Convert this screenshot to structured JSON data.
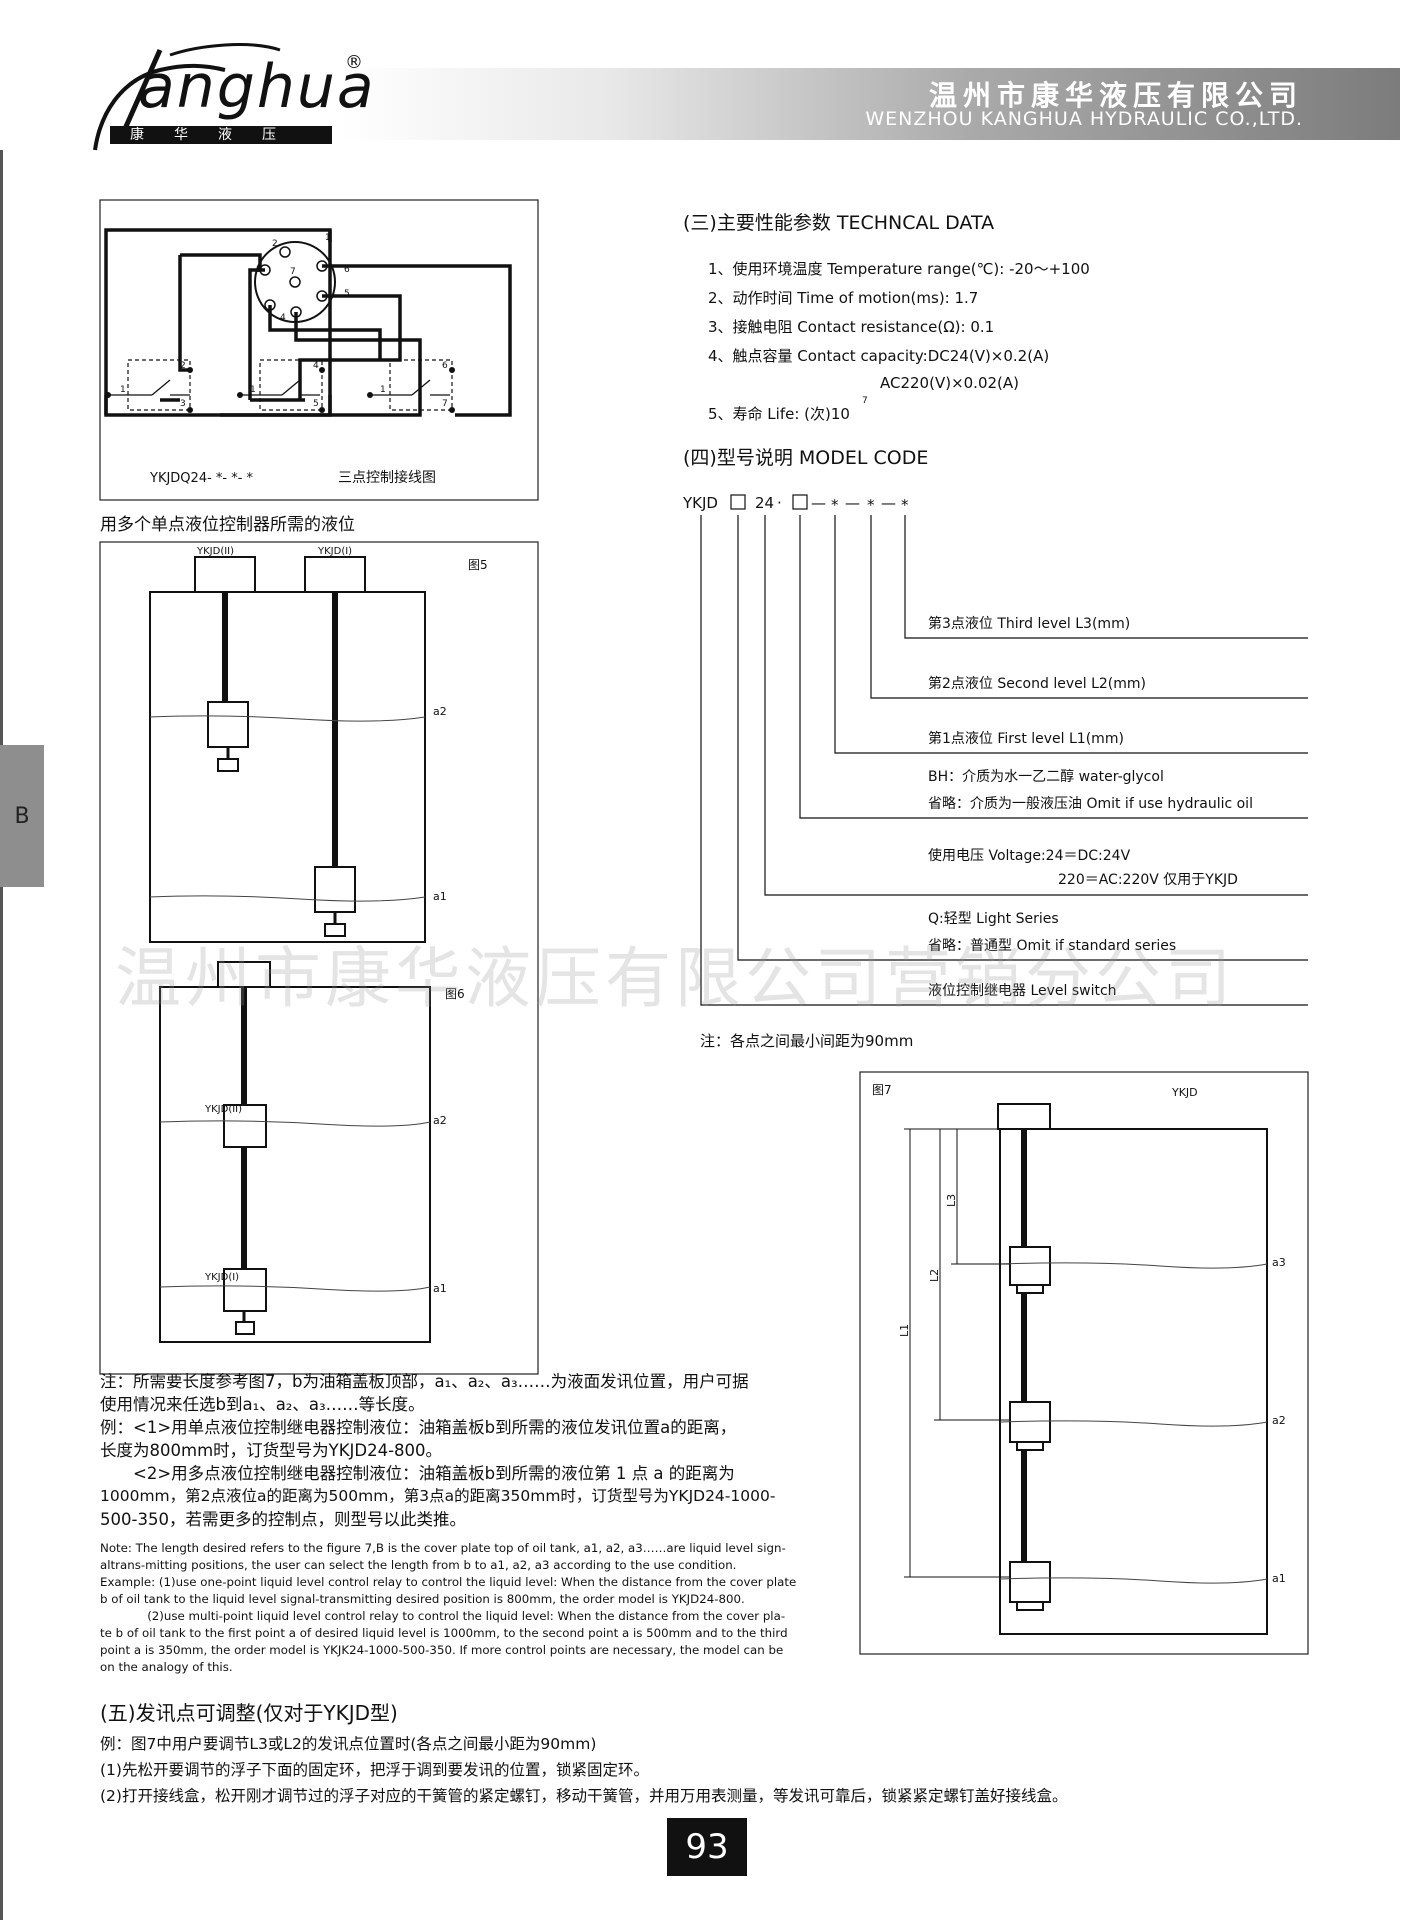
{
  "header": {
    "brand": "anghua",
    "brand_reg": "®",
    "brand_sub": "康华液压",
    "company_cn": "温州市康华液压有限公司",
    "company_en": "WENZHOU KANGHUA HYDRAULIC CO.,LTD."
  },
  "side_tab": "B",
  "watermark": "温州市康华液压有限公司营销分公司",
  "wiring": {
    "pins": [
      "1",
      "2",
      "3",
      "4",
      "5",
      "6",
      "7"
    ],
    "switch_labels": [
      "1",
      "2",
      "3",
      "1",
      "4",
      "5",
      "1",
      "6",
      "7"
    ],
    "model": "YKJDQ24- *- *- *",
    "caption": "三点控制接线图"
  },
  "fig5": {
    "heading": "用多个单点液位控制器所需的液位",
    "label": "图5",
    "units": [
      "YKJD(II)",
      "YKJD(I)"
    ],
    "levels": [
      "a2",
      "a1"
    ]
  },
  "fig6": {
    "label": "图6",
    "units": [
      "YKJD(II)",
      "YKJD(I)"
    ],
    "levels": [
      "a2",
      "a1"
    ]
  },
  "tech": {
    "title": "(三)主要性能参数  TECHNCAL DATA",
    "items": [
      "1、使用环境温度 Temperature range(℃): -20～+100",
      "2、动作时间 Time of motion(ms): 1.7",
      "3、接触电阻 Contact resistance(Ω): 0.1",
      "4、触点容量 Contact capacity:DC24(V)×0.2(A)",
      "AC220(V)×0.02(A)",
      "5、寿命 Life: (次)10",
      "7"
    ]
  },
  "model": {
    "title": "(四)型号说明  MODEL CODE",
    "code": [
      "YKJD",
      "□",
      "24",
      "·",
      "□",
      "—",
      "*",
      "—",
      "*",
      "—",
      "*"
    ],
    "labels": [
      "第3点液位 Third level L3(mm)",
      "第2点液位 Second level L2(mm)",
      "第1点液位 First level L1(mm)",
      "BH：介质为水一乙二醇 water-glycol",
      "省略：介质为一般液压油 Omit if use hydraulic oil",
      "使用电压 Voltage:24＝DC:24V",
      "220＝AC:220V 仅用于YKJD",
      "Q:轻型 Light Series",
      "省略：普通型 Omit if standard series",
      "液位控制继电器  Level switch"
    ],
    "note": "注：各点之间最小间距为90mm"
  },
  "fig7": {
    "label": "图7",
    "unit": "YKJD",
    "dims": [
      "L3",
      "L2",
      "L1"
    ],
    "levels": [
      "a3",
      "a2",
      "a1"
    ]
  },
  "notes": {
    "cn": [
      "注：所需要长度参考图7，b为油箱盖板顶部，a₁、a₂、a₃……为液面发讯位置，用户可据",
      "使用情况来任选b到a₁、a₂、a₃……等长度。",
      "例：<1>用单点液位控制继电器控制液位：油箱盖板b到所需的液位发讯位置a的距离，",
      "长度为800mm时，订货型号为YKJD24-800。",
      "　　<2>用多点液位控制继电器控制液位：油箱盖板b到所需的液位第 1 点 a 的距离为",
      "1000mm，第2点液位a的距离为500mm，第3点a的距离350mm时，订货型号为YKJD24-1000-",
      "500-350，若需更多的控制点，则型号以此类推。"
    ],
    "en": [
      "Note: The length desired refers to the figure 7,B is the cover plate top of oil tank, a1, a2, a3……are liquid level sign-",
      "altrans-mitting positions,  the user can select the length from b to a1, a2, a3 according to the use condition.",
      "Example: (1)use one-point liquid level control relay to control the liquid level: When the distance from the cover plate",
      "b of oil tank to the liquid level signal-transmitting desired position is 800mm, the order model is YKJD24-800.",
      "　　　　(2)use multi-point liquid level control relay to control the liquid level:  When the distance from the cover pla-",
      "te b of oil tank to the first point a of desired  liquid level  is 1000mm, to the second point a is 500mm and to the third",
      "point a is 350mm, the order model is YKJK24-1000-500-350. If more control points are necessary, the model can be",
      "on the analogy of this."
    ]
  },
  "adjust": {
    "title": "(五)发讯点可调整(仅对于YKJD型)",
    "lines": [
      "例：图7中用户要调节L3或L2的发讯点位置时(各点之间最小距为90mm)",
      "(1)先松开要调节的浮子下面的固定环，把浮于调到要发讯的位置，锁紧固定环。",
      "(2)打开接线盒，松开刚才调节过的浮子对应的干簧管的紧定螺钉，移动干簧管，并用万用表测量，等发讯可靠后，锁紧紧定螺钉盖好接线盒。"
    ]
  },
  "page_number": "93"
}
